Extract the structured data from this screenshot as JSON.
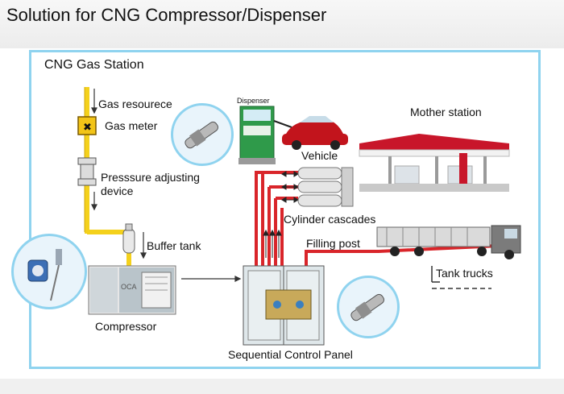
{
  "page_title": "Solution for CNG Compressor/Dispenser",
  "station": {
    "title": "CNG Gas Station"
  },
  "labels": {
    "gas_resource": "Gas resourece",
    "gas_meter": "Gas meter",
    "pressure_adjusting_line1": "Presssure adjusting",
    "pressure_adjusting_line2": "device",
    "buffer_tank": "Buffer tank",
    "compressor": "Compressor",
    "dispenser": "Dispenser",
    "vehicle": "Vehicle",
    "mother_station": "Mother station",
    "cylinder_cascades": "Cylinder cascades",
    "filling_post": "Filling post",
    "tank_trucks": "Tank trucks",
    "sequential_control_panel": "Sequential Control Panel",
    "compressor_nameplate": "OCA"
  },
  "colors": {
    "frame": "#8fd3ef",
    "gas_line": "#f4d11c",
    "filling_line": "#d9252a",
    "canopy": "#c8162a"
  }
}
